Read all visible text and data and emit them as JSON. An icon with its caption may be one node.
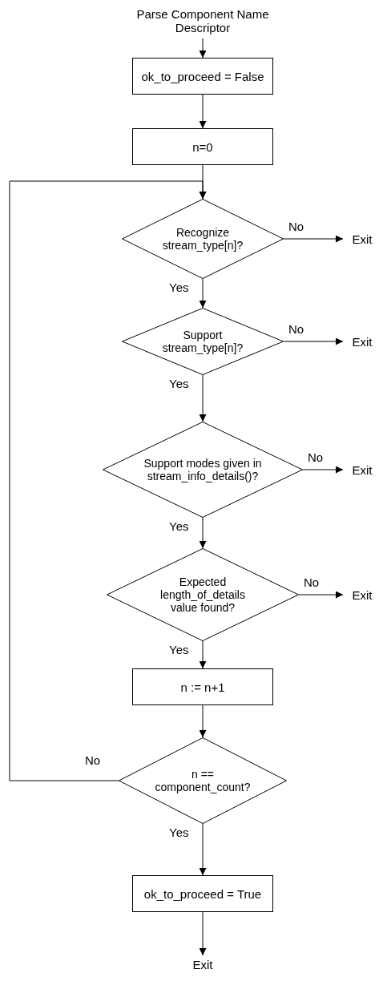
{
  "diagram": {
    "nodes": [
      {
        "text": [
          "Parse Component Name Descriptor"
        ]
      },
      {
        "text": [
          "ok_to_proceed = False"
        ]
      },
      {
        "text": [
          "n=0"
        ]
      },
      {
        "text": [
          "Recognize stream_type[n]?"
        ]
      },
      {
        "text": [
          "Exit"
        ]
      },
      {
        "text": [
          "Support stream_type[n]?"
        ]
      },
      {
        "text": [
          "Exit"
        ]
      },
      {
        "text": [
          "Support modes given in stream_info_details()?"
        ]
      },
      {
        "text": [
          "Exit"
        ]
      },
      {
        "text": [
          "Expected length_of_details value found?"
        ]
      },
      {
        "text": [
          "Exit"
        ]
      },
      {
        "text": [
          "n := n+1"
        ]
      },
      {
        "text": [
          "n == component_count?"
        ]
      },
      {
        "text": [
          "ok_to_proceed = True"
        ]
      },
      {
        "text": [
          "Exit"
        ]
      }
    ],
    "edges": [
      {
        "from": 0,
        "to": 1,
        "arrow": "to"
      },
      {
        "from": 1,
        "to": 2,
        "arrow": "to"
      },
      {
        "from": 2,
        "to": 3,
        "arrow": "to"
      },
      {
        "from": 3,
        "to": 4,
        "label": "No",
        "arrow": "to"
      },
      {
        "from": 3,
        "to": 5,
        "label": "Yes",
        "arrow": "to"
      },
      {
        "from": 5,
        "to": 6,
        "label": "No",
        "arrow": "to"
      },
      {
        "from": 5,
        "to": 7,
        "label": "Yes",
        "arrow": "to"
      },
      {
        "from": 7,
        "to": 8,
        "label": "No",
        "arrow": "to"
      },
      {
        "from": 7,
        "to": 9,
        "label": "Yes",
        "arrow": "to"
      },
      {
        "from": 9,
        "to": 10,
        "label": "No",
        "arrow": "to"
      },
      {
        "from": 9,
        "to": 11,
        "label": "Yes",
        "arrow": "to"
      },
      {
        "from": 11,
        "to": 12,
        "arrow": "to"
      },
      {
        "from": 12,
        "to": 3,
        "label": "No",
        "arrow": "to"
      },
      {
        "from": 12,
        "to": 13,
        "label": "Yes",
        "arrow": "to"
      },
      {
        "from": 13,
        "to": 14,
        "arrow": "to"
      }
    ]
  }
}
